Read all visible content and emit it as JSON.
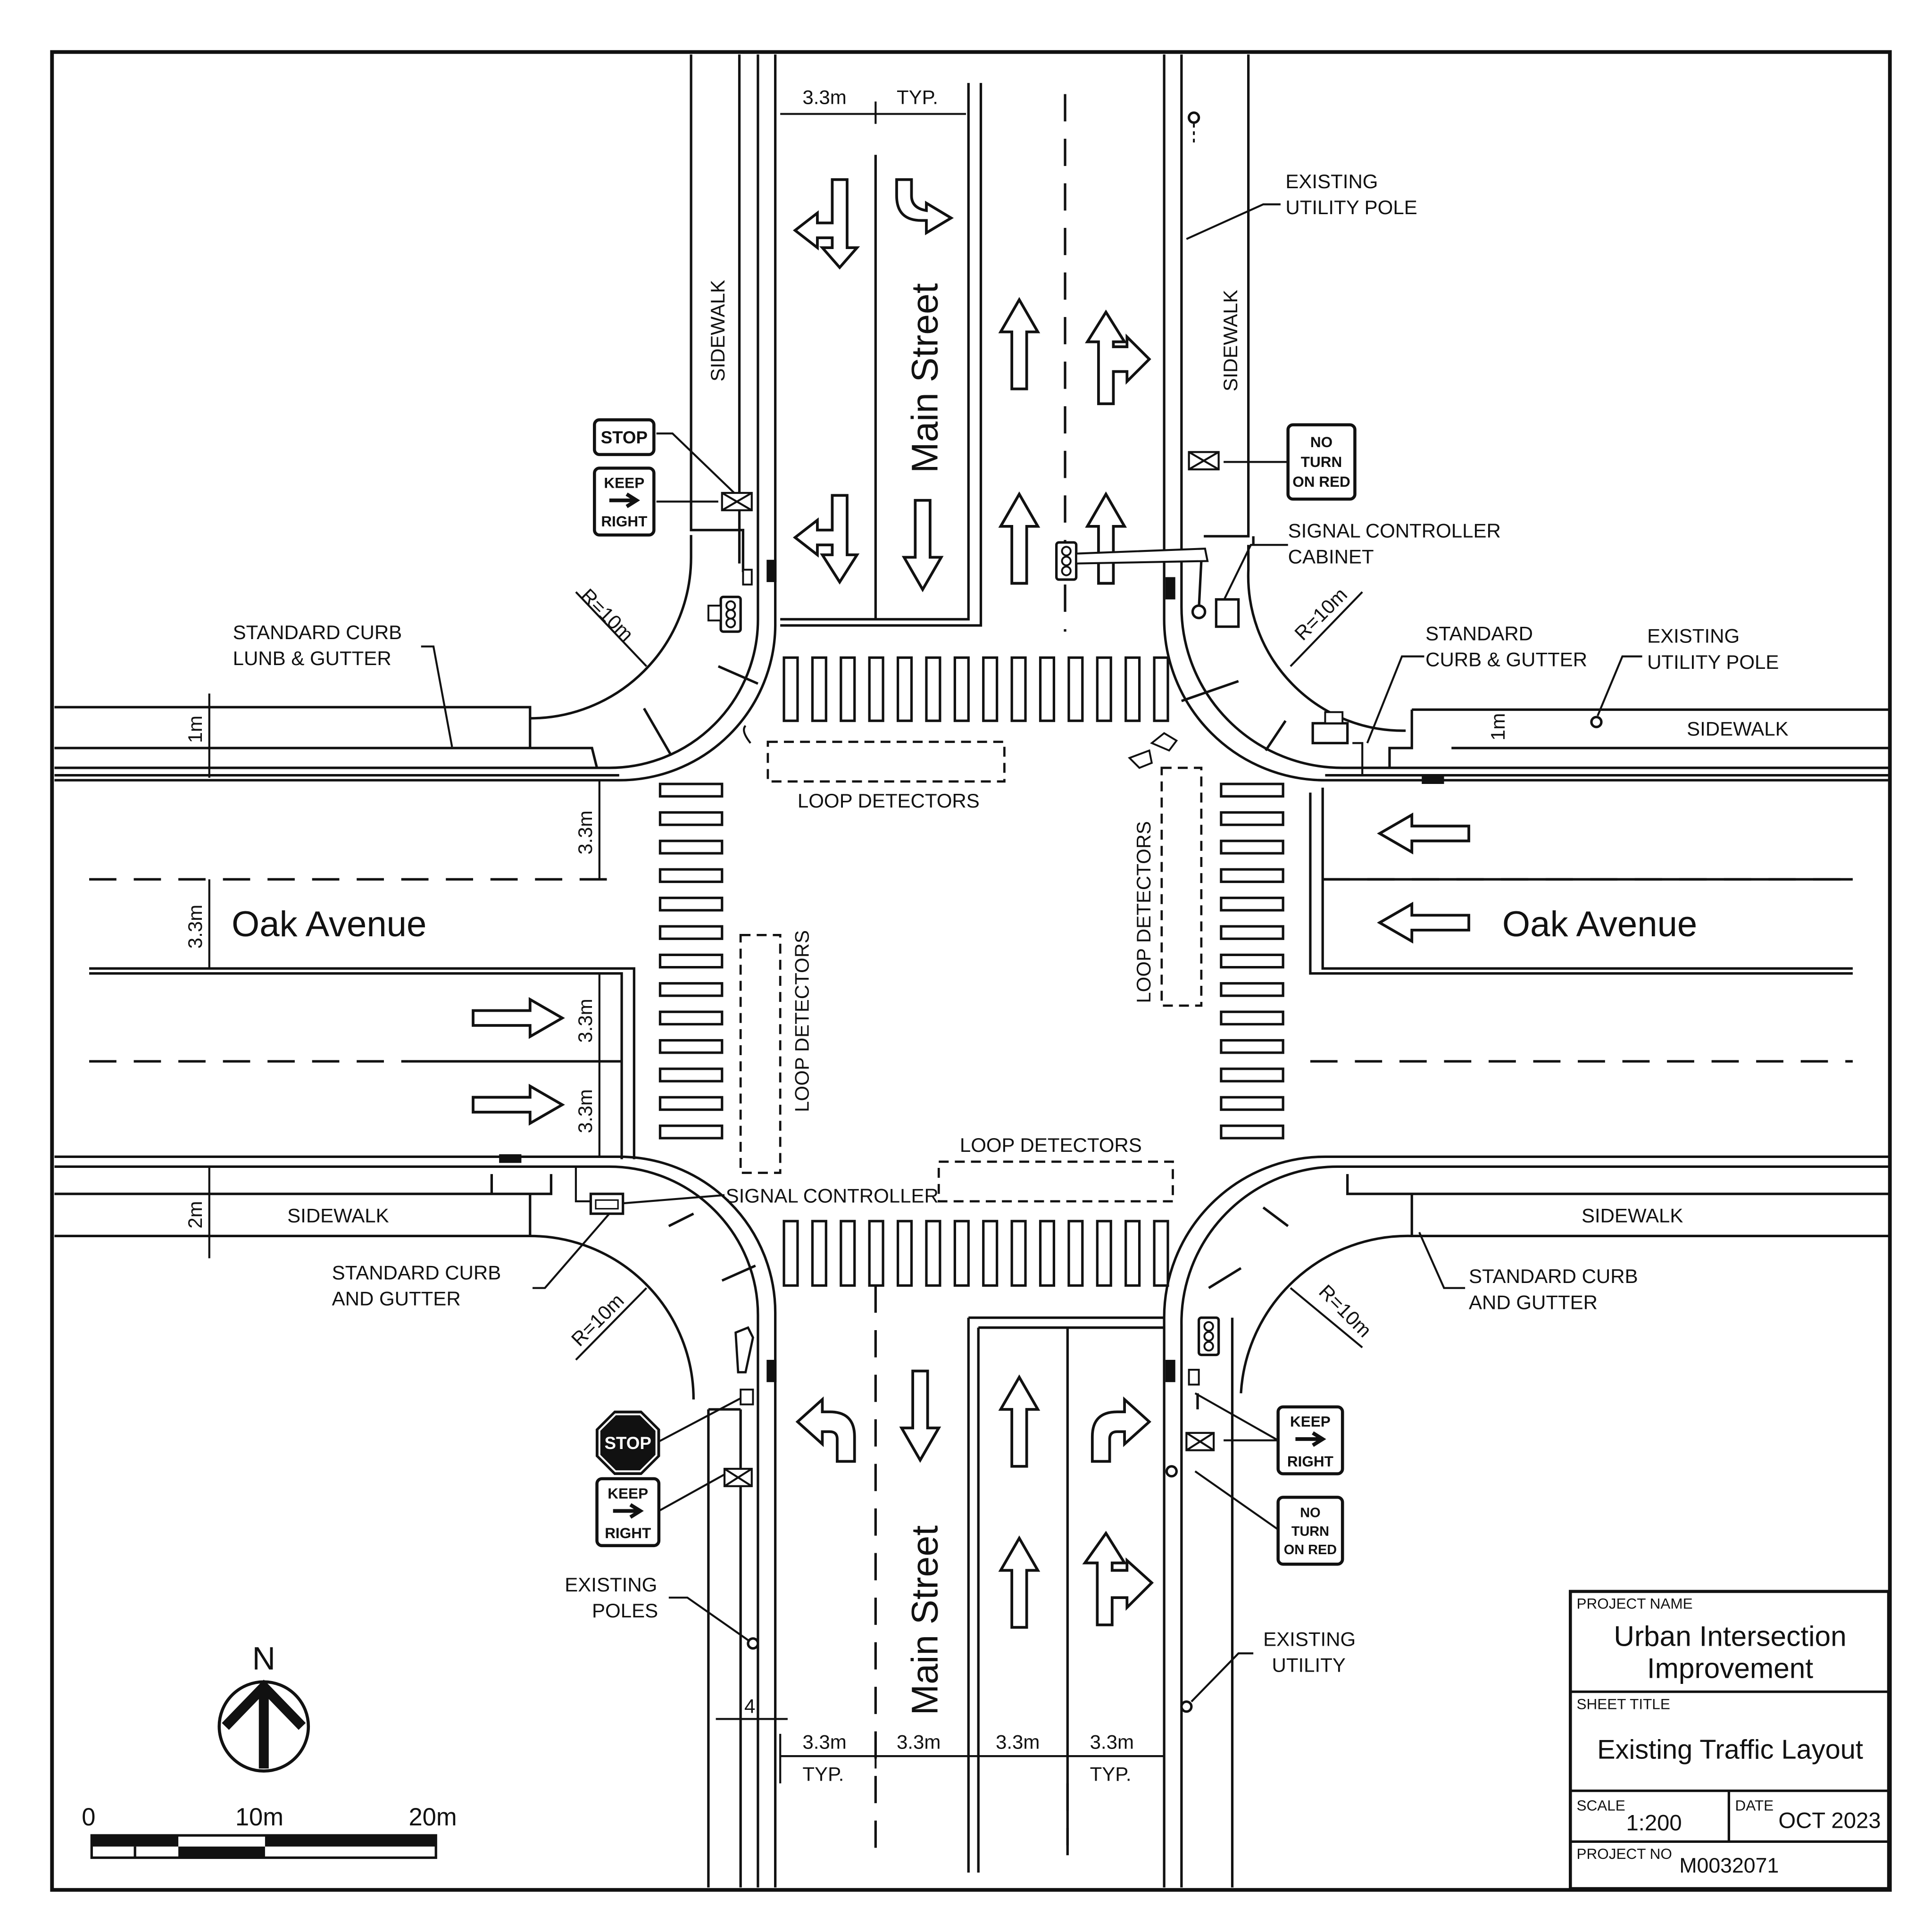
{
  "streets": {
    "ns_name": "Main Street",
    "ew_name": "Oak Avenue"
  },
  "labels": {
    "sidewalk": "SIDEWALK",
    "loop_detectors": "LOOP DETECTORS",
    "existing_utility_pole_1": "EXISTING",
    "existing_utility_pole_2": "UTILITY POLE",
    "signal_controller_cabinet_1": "SIGNAL CONTROLLER",
    "signal_controller_cabinet_2": "CABINET",
    "standard_curb_lunb_1": "STANDARD CURB",
    "standard_curb_lunb_2": "LUNB & GUTTER",
    "standard_curb_gutter_1": "STANDARD",
    "standard_curb_gutter_2": "CURB & GUTTER",
    "standard_curb_and_gutter_1": "STANDARD CURB",
    "standard_curb_and_gutter_2": "AND GUTTER",
    "signal_controller": "SIGNAL CONTROLLER",
    "existing_poles_1": "EXISTING",
    "existing_poles_2": "POLES",
    "existing_utility_1": "EXISTING",
    "existing_utility_2": "UTILITY"
  },
  "dimensions": {
    "lane_width": "3.3m",
    "typ": "TYP.",
    "radius": "R=10m",
    "one_m": "1m",
    "two_m": "2m",
    "four": "4"
  },
  "signs": {
    "stop": "STOP",
    "keep": "KEEP",
    "right": "RIGHT",
    "no": "NO",
    "turn": "TURN",
    "on_red": "ON RED"
  },
  "north_label": "N",
  "scale_bar": {
    "zero": "0",
    "ten": "10m",
    "twenty": "20m"
  },
  "title_block": {
    "project_name_label": "PROJECT NAME",
    "project_name_line1": "Urban Intersection",
    "project_name_line2": "Improvement",
    "sheet_title_label": "SHEET TITLE",
    "sheet_title": "Existing Traffic Layout",
    "scale_label": "SCALE",
    "scale_value": "1:200",
    "date_label": "DATE",
    "date_value": "OCT 2023",
    "project_no_label": "PROJECT NO",
    "project_no_value": "M0032071"
  }
}
